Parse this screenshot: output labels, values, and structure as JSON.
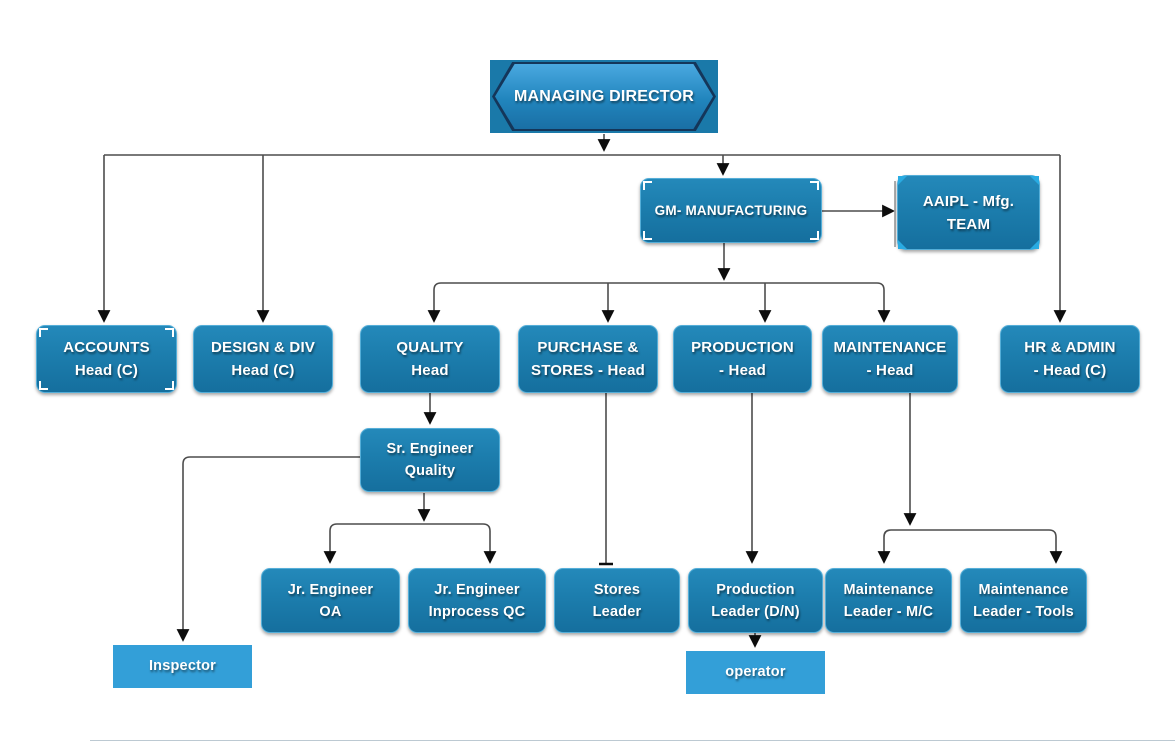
{
  "diagram_type": "organization-chart",
  "colors": {
    "box_fill_top": "#2489ba",
    "box_fill_bottom": "#156f9e",
    "box_border": "#54aed8",
    "light_box_fill": "#339fd8",
    "hexagon_gradient_top": "#4aa9e0",
    "hexagon_gradient_bottom": "#1a6fa5",
    "hexagon_border": "#14365a",
    "hexagon_backing": "#1a79a9",
    "connector": "#4d4d4d",
    "arrowhead": "#0d0d0d",
    "selection_bracket": "#ffffff",
    "selection_triangle": "#29abe2",
    "text": "#ffffff"
  },
  "nodes": {
    "managing_director": {
      "label": "MANAGING DIRECTOR"
    },
    "gm_manufacturing": {
      "label": "GM- MANUFACTURING"
    },
    "aaipl_team": {
      "line1": "AAIPL - Mfg.",
      "line2": "TEAM"
    },
    "accounts_head": {
      "line1": "ACCOUNTS",
      "line2": "Head (C)"
    },
    "design_head": {
      "line1": "DESIGN & DIV",
      "line2": "Head (C)"
    },
    "quality_head": {
      "line1": "QUALITY",
      "line2": "Head"
    },
    "purchase_head": {
      "line1": "PURCHASE &",
      "line2": "STORES - Head"
    },
    "production_head": {
      "line1": "PRODUCTION",
      "line2": "- Head"
    },
    "maintenance_head": {
      "line1": "MAINTENANCE",
      "line2": "- Head"
    },
    "hr_head": {
      "line1": "HR & ADMIN",
      "line2": "- Head (C)"
    },
    "sr_engineer_quality": {
      "line1": "Sr. Engineer",
      "line2": "Quality"
    },
    "jr_engineer_oa": {
      "line1": "Jr. Engineer",
      "line2": "OA"
    },
    "jr_engineer_inprocess_qc": {
      "line1": "Jr. Engineer",
      "line2": "Inprocess QC"
    },
    "stores_leader": {
      "line1": "Stores",
      "line2": "Leader"
    },
    "production_leader": {
      "line1": "Production",
      "line2": "Leader (D/N)"
    },
    "maintenance_leader_mc": {
      "line1": "Maintenance",
      "line2": "Leader - M/C"
    },
    "maintenance_leader_tools": {
      "line1": "Maintenance",
      "line2": "Leader - Tools"
    },
    "inspector": {
      "label": "Inspector"
    },
    "operator": {
      "label": "operator"
    }
  }
}
